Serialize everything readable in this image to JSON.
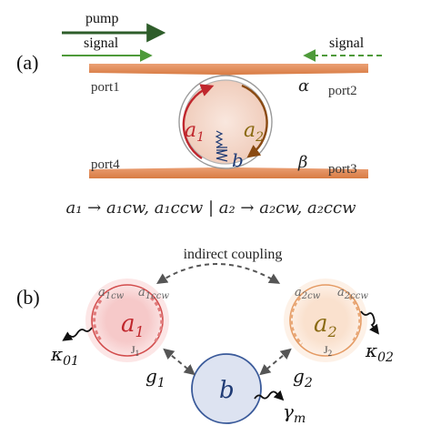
{
  "panel_a": {
    "label": "(a)",
    "pump_label": "pump",
    "signal_left_label": "signal",
    "signal_right_label": "signal",
    "port1": "port1",
    "port2": "port2",
    "port3": "port3",
    "port4": "port4",
    "alpha": "α",
    "beta": "β",
    "mode_a1": "a",
    "mode_a1_sub": "1",
    "mode_a2": "a",
    "mode_a2_sub": "2",
    "mode_b": "b",
    "equation": "a₁ → a₁cw, a₁ccw  |  a₂ → a₂cw, a₂ccw"
  },
  "panel_b": {
    "label": "(b)",
    "indirect_coupling": "indirect coupling",
    "a1": "a",
    "a1_sub": "1",
    "a2": "a",
    "a2_sub": "2",
    "b": "b",
    "a1cw": "a",
    "a1cw_sub": "1cw",
    "a1ccw": "a",
    "a1ccw_sub": "1ccw",
    "a2cw": "a",
    "a2cw_sub": "2cw",
    "a2ccw": "a",
    "a2ccw_sub": "2ccw",
    "J1": "J",
    "J1_sub": "1",
    "J2": "J",
    "J2_sub": "2",
    "kappa01": "κ",
    "kappa01_sub": "01",
    "kappa02": "κ",
    "kappa02_sub": "02",
    "g1": "g",
    "g1_sub": "1",
    "g2": "g",
    "g2_sub": "2",
    "gamma_m": "γ",
    "gamma_m_sub": "m"
  },
  "colors": {
    "waveguide": "#E2884F",
    "pump_arrow": "#2E5D2A",
    "signal_arrow": "#4E9A3A",
    "mode_a1": "#C0272D",
    "mode_a2": "#8A6A12",
    "mode_b": "#1F3B75",
    "a1_fill": "#F4C7C7",
    "a2_fill": "#F9E0CC",
    "b_fill": "#DDE3F1"
  }
}
